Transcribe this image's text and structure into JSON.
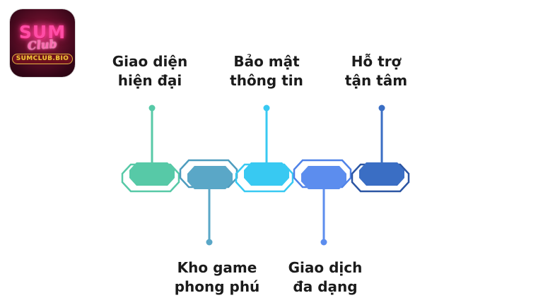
{
  "logo": {
    "brand_top": "SUM",
    "brand_script": "Club",
    "badge": "SUMCLUB.BIO"
  },
  "features": {
    "text_color": "#1b1b1b",
    "items": [
      {
        "line1": "Giao diện",
        "line2": "hiện đại",
        "position": "top",
        "color": "#57C9A7",
        "outline_color": "#57C9A7"
      },
      {
        "line1": "Kho game",
        "line2": "phong phú",
        "position": "bottom",
        "color": "#5AA7C7",
        "outline_color": "#4E9CBE"
      },
      {
        "line1": "Bảo mật",
        "line2": "thông tin",
        "position": "top",
        "color": "#38C9F2",
        "outline_color": "#38C9F2"
      },
      {
        "line1": "Giao dịch",
        "line2": "đa dạng",
        "position": "bottom",
        "color": "#5C8DEE",
        "outline_color": "#4F82E8"
      },
      {
        "line1": "Hỗ trợ",
        "line2": "tận tâm",
        "position": "top",
        "color": "#3A6EC4",
        "outline_color": "#2B55A3"
      }
    ]
  }
}
